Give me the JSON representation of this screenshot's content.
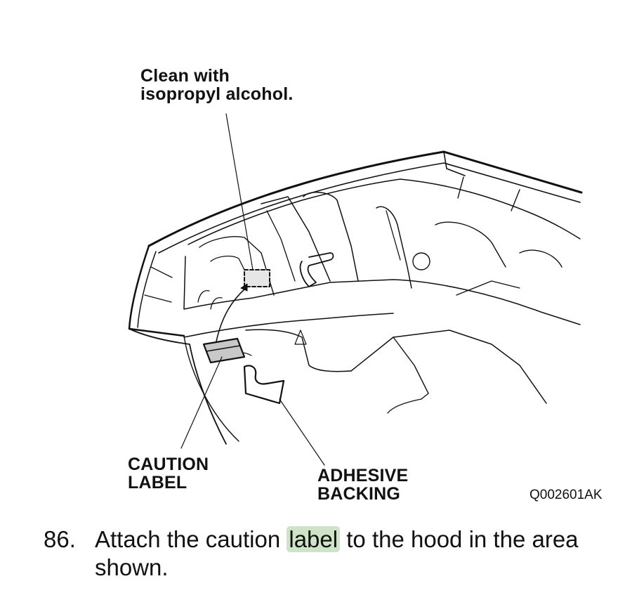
{
  "figure": {
    "callouts": {
      "clean_line1": "Clean with",
      "clean_line2": "isopropyl alcohol.",
      "caution_line1": "CAUTION",
      "caution_line2": "LABEL",
      "adhesive_line1": "ADHESIVE",
      "adhesive_line2": "BACKING"
    },
    "figure_id": "Q002601AK"
  },
  "step": {
    "number": "86.",
    "text_before": "Attach the caution ",
    "highlighted_word": "label",
    "text_after": " to the hood in the area shown."
  },
  "colors": {
    "highlight": "#cfe3c8",
    "label_fill": "#c8c8c8",
    "ink": "#111111"
  }
}
